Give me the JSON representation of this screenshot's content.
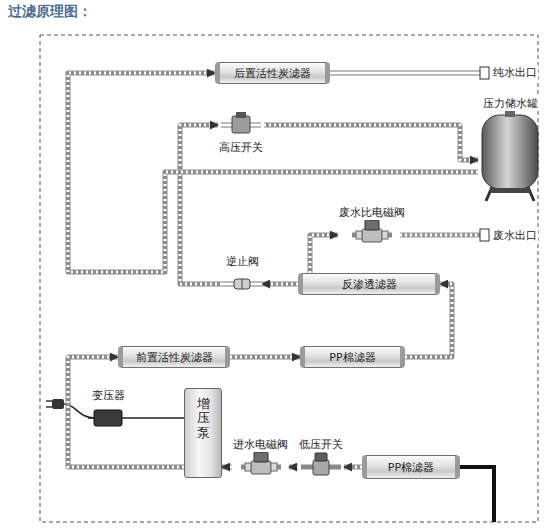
{
  "diagram": {
    "title": "过滤原理图：",
    "nodes": [
      {
        "text": [
          "后置活性炭滤器"
        ]
      },
      {
        "text": [
          "高压开关"
        ]
      },
      {
        "text": [
          "压力储水罐"
        ]
      },
      {
        "text": [
          "废水比电磁阀"
        ]
      },
      {
        "text": [
          "逆止阀"
        ]
      },
      {
        "text": [
          "反渗透滤器"
        ]
      },
      {
        "text": [
          "前置活性炭滤器"
        ]
      },
      {
        "text": [
          "PP棉滤器"
        ]
      },
      {
        "text": [
          "变压器"
        ]
      },
      {
        "text": [
          "增压泵"
        ]
      },
      {
        "text": [
          "进水电磁阀"
        ]
      },
      {
        "text": [
          "低压开关"
        ]
      },
      {
        "text": [
          "PP棉滤器"
        ]
      }
    ],
    "edges": [
      {
        "from": 12,
        "to": 11,
        "arrow": "to"
      },
      {
        "from": 11,
        "to": 10,
        "arrow": "to"
      },
      {
        "from": 10,
        "to": 9,
        "arrow": "to"
      },
      {
        "from": 9,
        "to": 6,
        "arrow": "to"
      },
      {
        "from": 6,
        "to": 7,
        "arrow": "to"
      },
      {
        "from": 7,
        "to": 5,
        "arrow": "to"
      },
      {
        "from": 5,
        "to": 4,
        "arrow": "to"
      },
      {
        "from": 5,
        "to": 3,
        "arrow": "to"
      },
      {
        "from": 4,
        "to": 1,
        "arrow": "to"
      },
      {
        "from": 1,
        "to": 2,
        "arrow": "to"
      },
      {
        "from": 2,
        "to": 0,
        "arrow": "to"
      },
      {
        "from": 8,
        "to": 9,
        "arrow": "none"
      }
    ],
    "labels": [
      "纯水出口",
      "废水出口"
    ]
  }
}
